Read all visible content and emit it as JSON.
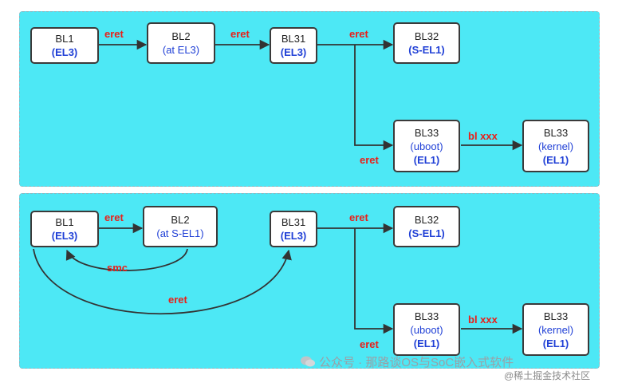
{
  "top": {
    "bl1": {
      "line1": "BL1",
      "line2": "(EL3)"
    },
    "bl2": {
      "line1": "BL2",
      "line2": "(at EL3)"
    },
    "bl31": {
      "line1": "BL31",
      "line2": "(EL3)"
    },
    "bl32": {
      "line1": "BL32",
      "line2": "(S-EL1)"
    },
    "bl33u": {
      "line1": "BL33",
      "line2": "(uboot)",
      "line3": "(EL1)"
    },
    "bl33k": {
      "line1": "BL33",
      "line2": "(kernel)",
      "line3": "(EL1)"
    },
    "labels": {
      "e1": "eret",
      "e2": "eret",
      "e3": "eret",
      "e4": "eret",
      "blxxx": "bl xxx"
    }
  },
  "bottom": {
    "bl1": {
      "line1": "BL1",
      "line2": "(EL3)"
    },
    "bl2": {
      "line1": "BL2",
      "line2": "(at S-EL1)"
    },
    "bl31": {
      "line1": "BL31",
      "line2": "(EL3)"
    },
    "bl32": {
      "line1": "BL32",
      "line2": "(S-EL1)"
    },
    "bl33u": {
      "line1": "BL33",
      "line2": "(uboot)",
      "line3": "(EL1)"
    },
    "bl33k": {
      "line1": "BL33",
      "line2": "(kernel)",
      "line3": "(EL1)"
    },
    "labels": {
      "e1": "eret",
      "smc": "smc",
      "e2": "eret",
      "e3": "eret",
      "e4": "eret",
      "blxxx": "bl xxx"
    }
  },
  "watermark": {
    "text": "公众号 · 那路谈OS与SoC嵌入式软件",
    "text2": "@稀土掘金技术社区"
  },
  "colors": {
    "panel": "#4de8f5",
    "label": "#e8201a",
    "node_text": "#1f3fd6"
  }
}
